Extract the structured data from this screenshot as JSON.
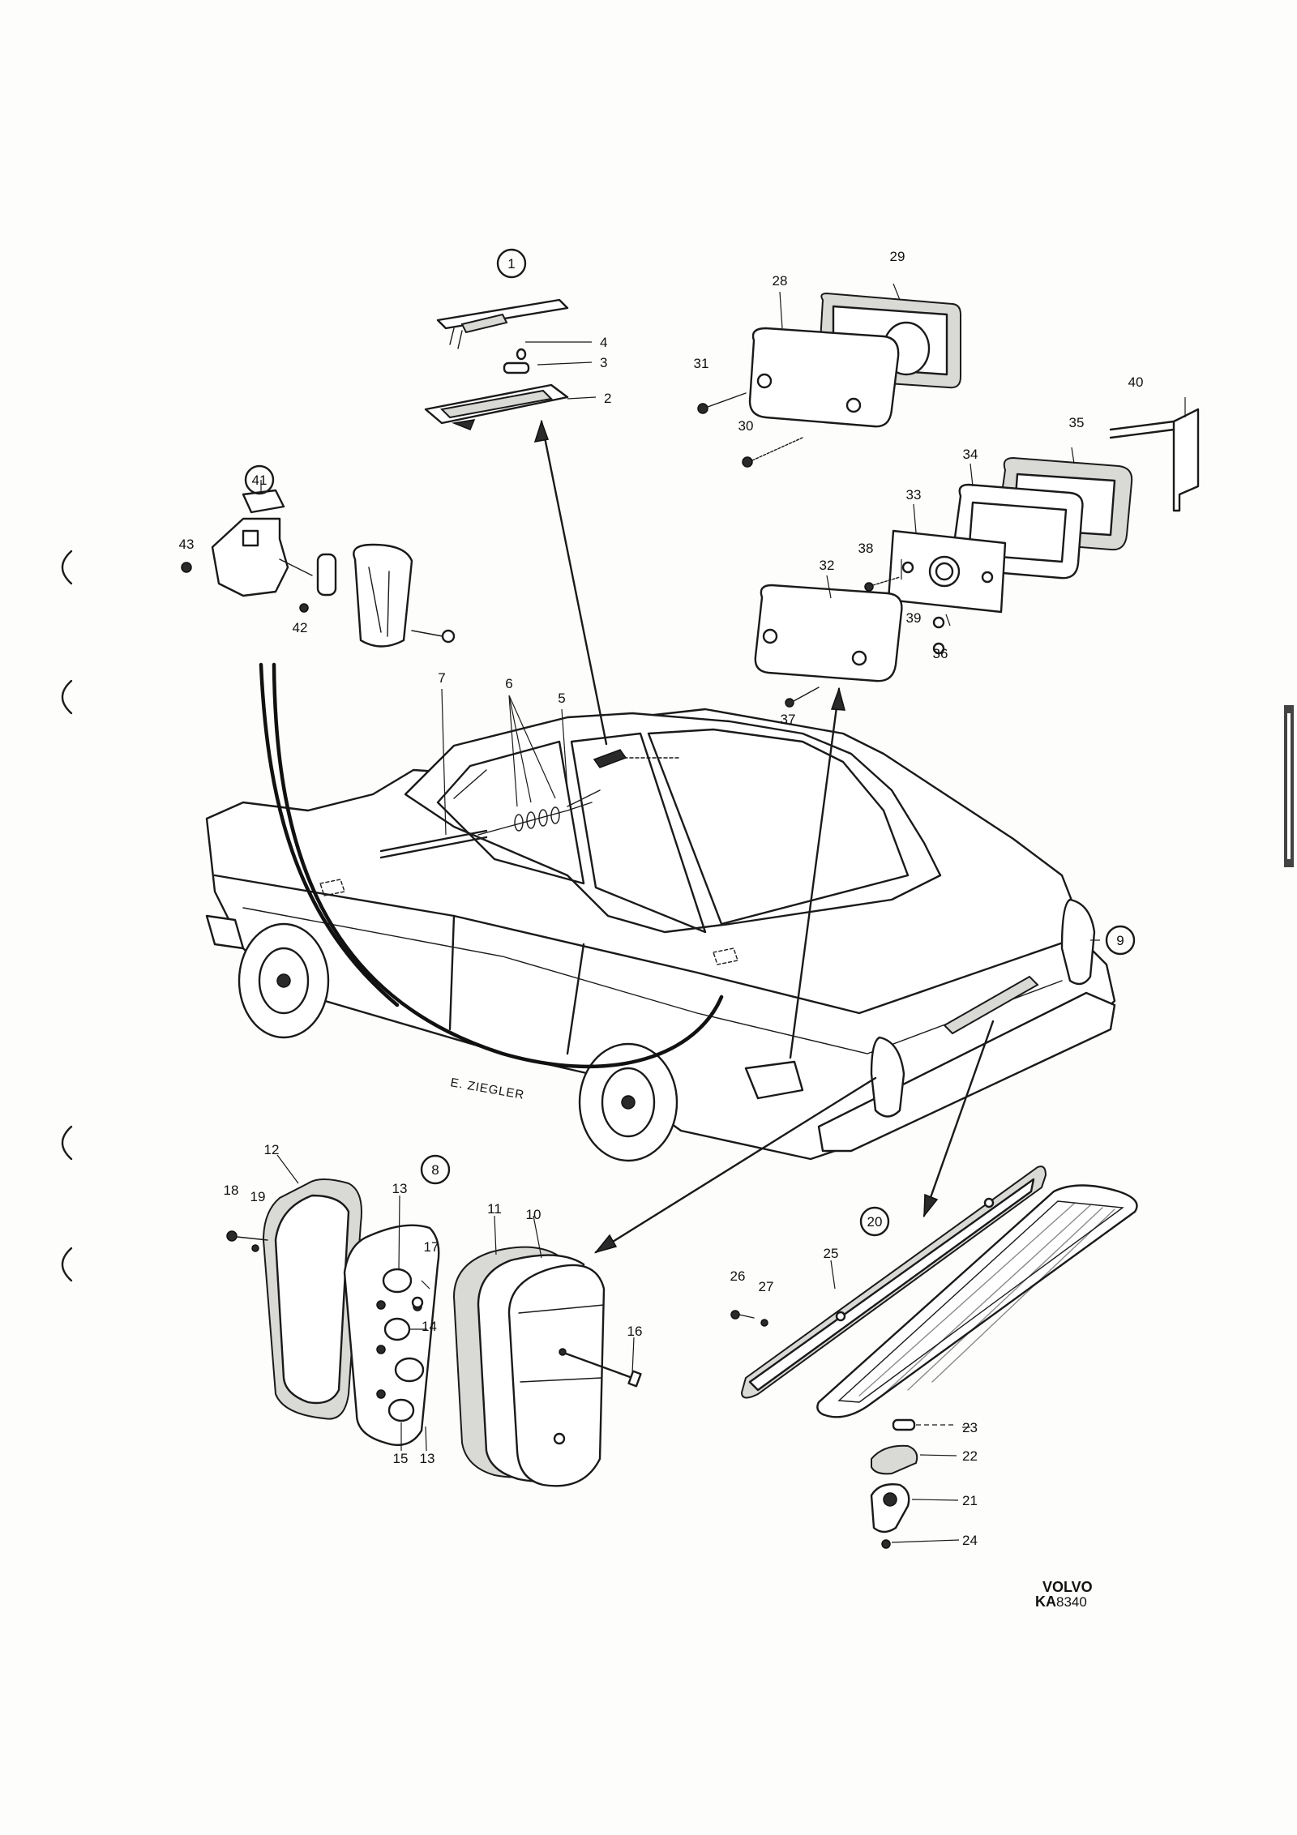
{
  "diagram": {
    "callouts": {
      "c1": "1",
      "c2": "2",
      "c3": "3",
      "c4": "4",
      "c5": "5",
      "c6": "6",
      "c7": "7",
      "c8": "8",
      "c9": "9",
      "c10": "10",
      "c11": "11",
      "c12": "12",
      "c13a": "13",
      "c13b": "13",
      "c14": "14",
      "c15": "15",
      "c16": "16",
      "c17": "17",
      "c18": "18",
      "c19": "19",
      "c20": "20",
      "c21": "21",
      "c22": "22",
      "c23": "23",
      "c24": "24",
      "c25": "25",
      "c26": "26",
      "c27": "27",
      "c28": "28",
      "c29": "29",
      "c30": "30",
      "c31": "31",
      "c32": "32",
      "c33": "33",
      "c34": "34",
      "c35": "35",
      "c36": "36",
      "c37": "37",
      "c38": "38",
      "c39": "39",
      "c40": "40",
      "c41": "41",
      "c42": "42",
      "c43": "43"
    },
    "artist_signature": "E. ZIEGLER",
    "brand": "VOLVO",
    "drawing_code_prefix": "KA",
    "drawing_code_number": "8340"
  }
}
